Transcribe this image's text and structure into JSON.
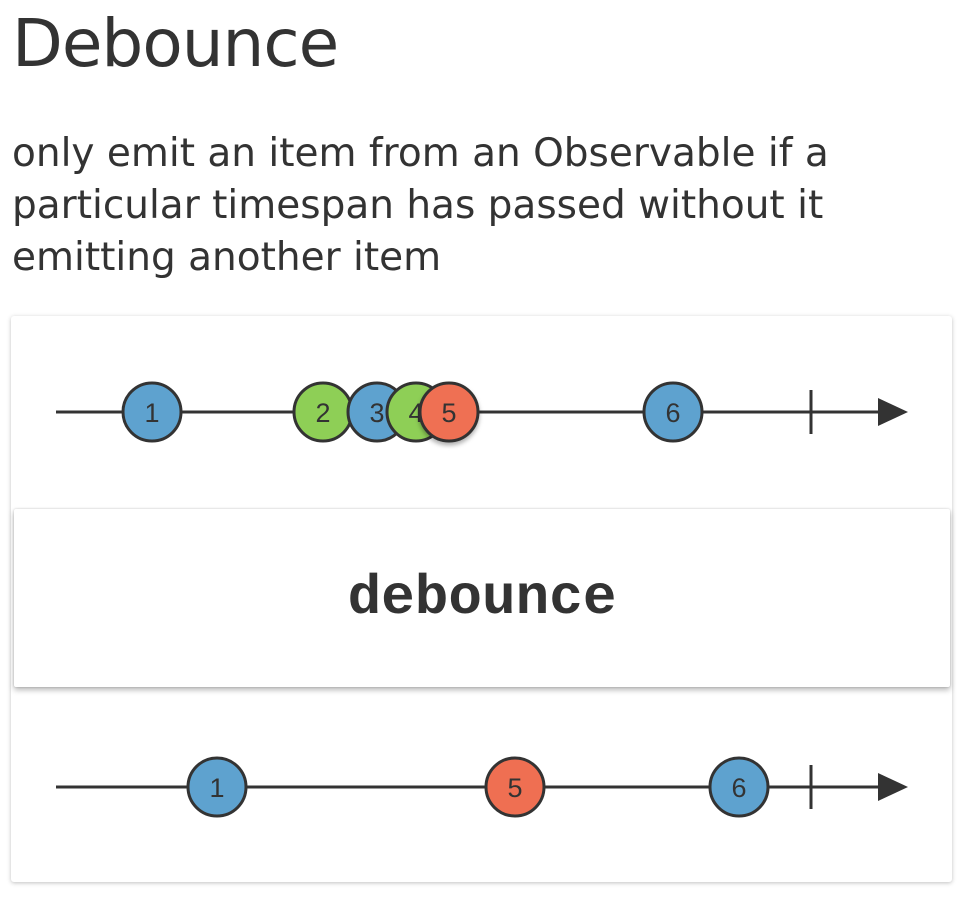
{
  "title": "Debounce",
  "description": "only emit an item from an Observable if a particular timespan has passed without it emitting another item",
  "operator": "debounce",
  "colors": {
    "blue": "#5ea2cf",
    "green": "#8ecf56",
    "red": "#ef6f52",
    "stroke": "#333333"
  },
  "input_marbles": [
    {
      "label": "1",
      "color": "blue"
    },
    {
      "label": "2",
      "color": "green"
    },
    {
      "label": "3",
      "color": "blue"
    },
    {
      "label": "4",
      "color": "green"
    },
    {
      "label": "5",
      "color": "red"
    },
    {
      "label": "6",
      "color": "blue"
    }
  ],
  "output_marbles": [
    {
      "label": "1",
      "color": "blue"
    },
    {
      "label": "5",
      "color": "red"
    },
    {
      "label": "6",
      "color": "blue"
    }
  ]
}
